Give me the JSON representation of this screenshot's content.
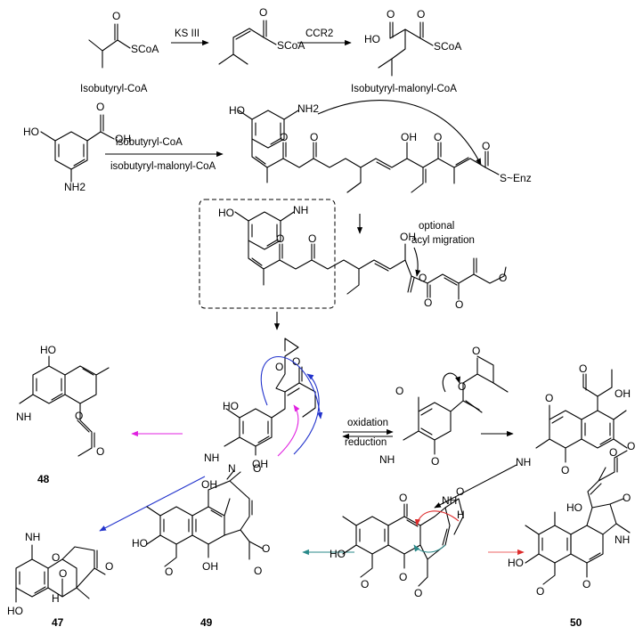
{
  "stage1": {
    "start_label": "Isobutyryl-CoA",
    "enzyme1": "KS III",
    "enzyme2": "CCR2",
    "product_label": "Isobutyryl-malonyl-CoA"
  },
  "stage2": {
    "reagent_top": "isobutyryl-CoA",
    "reagent_bottom": "isobutyryl-malonyl-CoA",
    "note_line1": "optional",
    "note_line2": "acyl migration"
  },
  "stage3": {
    "redox_top": "oxidation",
    "redox_bottom": "reduction"
  },
  "compounds": [
    "48",
    "47",
    "49",
    "50"
  ],
  "atoms": {
    "scoa": "SCoA",
    "oh": "OH",
    "ho": "HO",
    "o": "O",
    "nh": "NH",
    "nh2": "NH2",
    "enz": "S~Enz",
    "h": "H",
    "n": "N"
  },
  "colors": {
    "magenta": "#e020e0",
    "blue": "#2233cc",
    "teal": "#2a8a8a",
    "red": "#dd2a2a",
    "red_light": "#ee6666"
  }
}
